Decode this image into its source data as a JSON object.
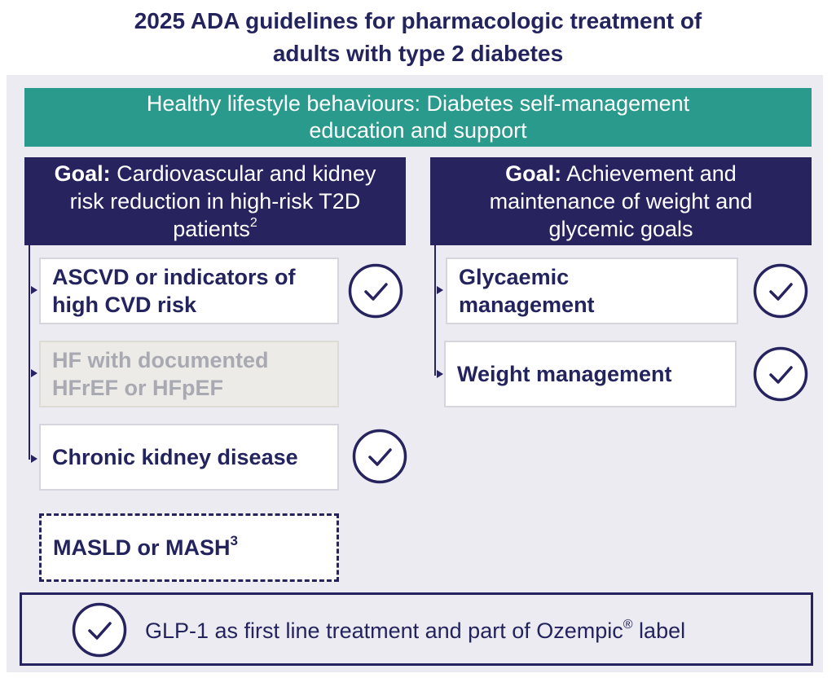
{
  "title": {
    "line1": "2025 ADA guidelines for pharmacologic treatment of",
    "line2": "adults with type 2 diabetes"
  },
  "banner": {
    "line1": "Healthy lifestyle behaviours: Diabetes self-management",
    "line2": "education and support"
  },
  "goal_left": {
    "label": "Goal:",
    "line1": " Cardiovascular and kidney",
    "line2": "risk reduction in high-risk T2D",
    "line3": "patients",
    "footnote": "2"
  },
  "goal_right": {
    "label": "Goal:",
    "line1": " Achievement and",
    "line2": "maintenance of weight and",
    "line3": "glycemic goals"
  },
  "left_items": [
    {
      "line1": "ASCVD or indicators of",
      "line2": "high CVD risk",
      "checked": true
    },
    {
      "line1": "HF with documented",
      "line2": "HFrEF or HFpEF",
      "checked": false
    },
    {
      "line1": "Chronic kidney disease",
      "checked": true
    },
    {
      "line1": "MASLD or MASH",
      "footnote": "3",
      "checked": false
    }
  ],
  "right_items": [
    {
      "line1": "Glycaemic",
      "line2": "management",
      "checked": true
    },
    {
      "line1": "Weight management",
      "checked": true
    }
  ],
  "bottom": {
    "text": "GLP-1 as first line treatment and part of Ozempic",
    "registered": "®",
    "suffix": " label"
  },
  "colors": {
    "navy": "#26235f",
    "teal": "#2a9a8d",
    "panel": "#ecebf1",
    "disabled_text": "#a9a9b1"
  },
  "icons": {
    "check": "check-circle-icon"
  }
}
